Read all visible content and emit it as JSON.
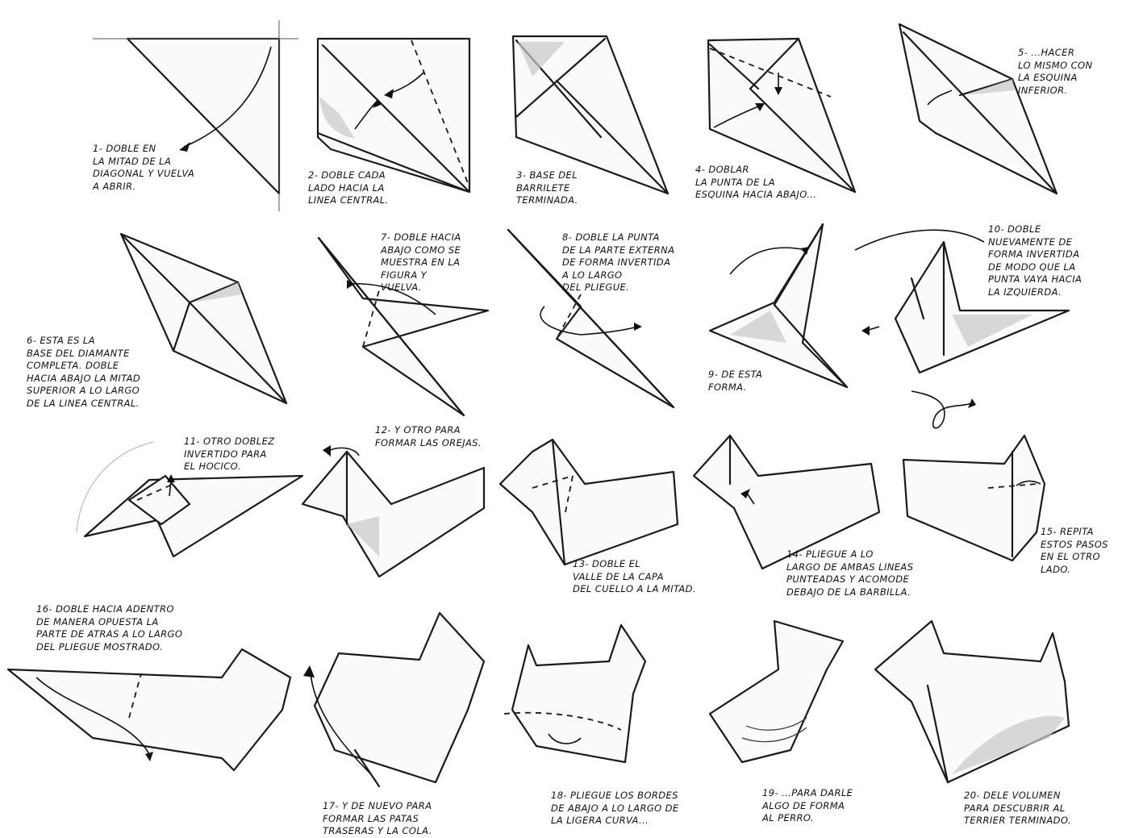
{
  "steps": [
    {
      "label": "1- DOBLE EN\nLA MITAD DE LA\nDIAGONAL Y VUELVA\nA ABRIR."
    },
    {
      "label": "2- DOBLE CADA\nLADO HACIA LA\nLINEA CENTRAL."
    },
    {
      "label": "3- BASE DEL\nBARRILETE\nTERMINADA."
    },
    {
      "label": "4- DOBLAR\nLA PUNTA DE LA\nESQUINA HACIA ABAJO..."
    },
    {
      "label": "5- ...HACER\nLO MISMO CON\nLA ESQUINA\nINFERIOR."
    },
    {
      "label": "6- ESTA ES LA\nBASE DEL DIAMANTE\nCOMPLETA. DOBLE\nHACIA ABAJO LA MITAD\nSUPERIOR A LO LARGO\nDE LA LINEA CENTRAL."
    },
    {
      "label": "7- DOBLE HACIA\nABAJO COMO SE\nMUESTRA EN LA\nFIGURA Y\nVUELVA."
    },
    {
      "label": "8- DOBLE LA PUNTA\nDE LA PARTE EXTERNA\nDE FORMA INVERTIDA\nA LO LARGO\nDEL PLIEGUE."
    },
    {
      "label": "9- DE ESTA\nFORMA."
    },
    {
      "label": "10- DOBLE\nNUEVAMENTE DE\nFORMA INVERTIDA\nDE MODO QUE LA\nPUNTA VAYA HACIA\nLA IZQUIERDA."
    },
    {
      "label": "11- OTRO DOBLEZ\nINVERTIDO PARA\nEL HOCICO."
    },
    {
      "label": "12- Y OTRO PARA\nFORMAR LAS OREJAS."
    },
    {
      "label": "13- DOBLE EL\nVALLE DE LA CAPA\nDEL CUELLO A LA MITAD."
    },
    {
      "label": "14- PLIEGUE A LO\nLARGO DE AMBAS LINEAS\nPUNTEADAS Y ACOMODE\nDEBAJO DE LA BARBILLA."
    },
    {
      "label": "15- REPITA\nESTOS PASOS\nEN EL OTRO\nLADO."
    },
    {
      "label": "16- DOBLE HACIA ADENTRO\nDE MANERA OPUESTA LA\nPARTE DE ATRAS A LO LARGO\nDEL PLIEGUE MOSTRADO."
    },
    {
      "label": "17- Y DE NUEVO PARA\nFORMAR LAS PATAS\nTRASERAS Y LA COLA."
    },
    {
      "label": "18- PLIEGUE LOS BORDES\nDE ABAJO A LO LARGO DE\nLA LIGERA CURVA..."
    },
    {
      "label": "19- ...PARA DARLE\nALGO DE FORMA\nAL PERRO."
    },
    {
      "label": "20- DELE VOLUMEN\nPARA DESCUBRIR AL\nTERRIER TERMINADO."
    }
  ]
}
